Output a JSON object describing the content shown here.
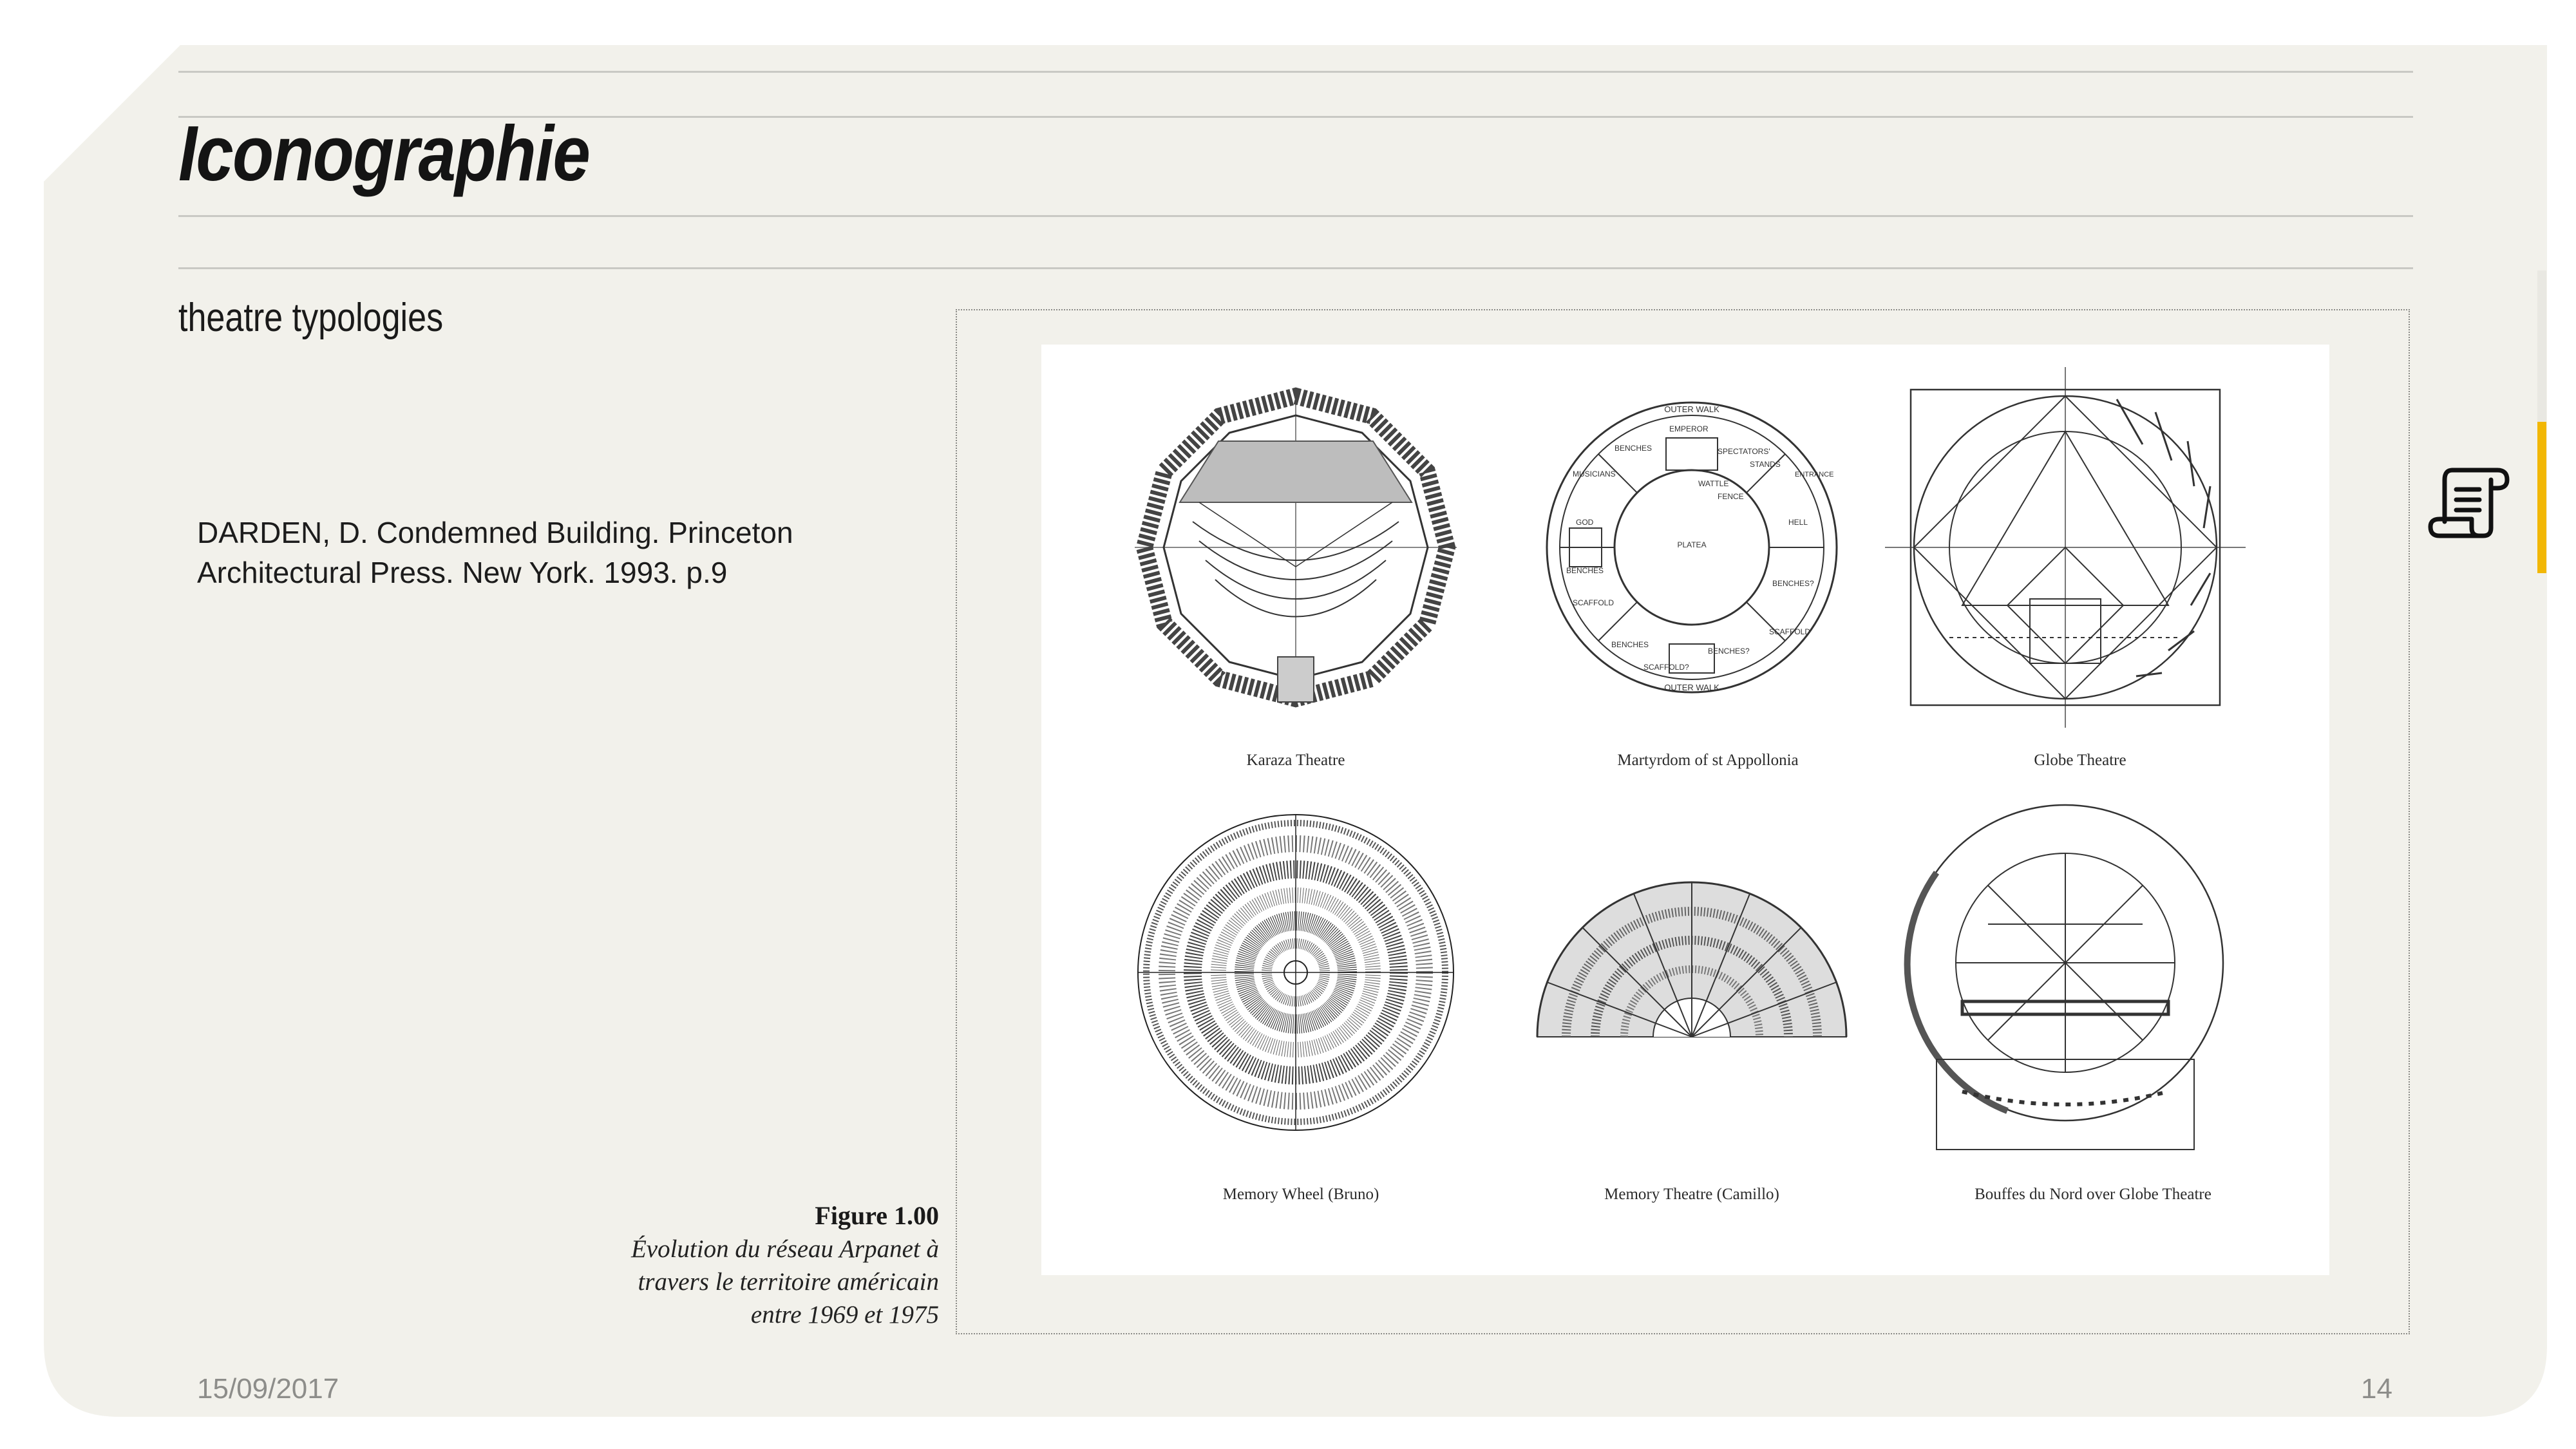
{
  "slide": {
    "title": "Iconographie",
    "subtitle": "theatre typologies",
    "reference": "DARDEN, D. Condemned Building. Princeton Architectural Press. New York. 1993. p.9",
    "caption": {
      "figure": "Figure 1.00",
      "line1": "Évolution du réseau Arpanet à",
      "line2": "travers le territoire américain",
      "line3": "entre 1969 et 1975"
    },
    "footer": {
      "date": "15/09/2017",
      "page": "14"
    },
    "colors": {
      "background": "#f2f1eb",
      "accent": "#f2b705",
      "rule": "#c9c9c4"
    },
    "icon": "scroll-document-icon"
  },
  "figure": {
    "plans": [
      {
        "name": "Karaza Theatre",
        "annotations": []
      },
      {
        "name": "Martyrdom of st Appollonia",
        "annotations": [
          "OUTER WALK",
          "EMPEROR",
          "SPECTATORS' STANDS",
          "BENCHES",
          "MUSICIANS",
          "ENTRANCE",
          "WATTLE FENCE",
          "GOD",
          "HELL",
          "PLATEA",
          "BENCHES",
          "BENCHES?",
          "SCAFFOLD",
          "SCAFFOLD",
          "BENCHES",
          "BENCHES?",
          "SCAFFOLD?",
          "OUTER WALK"
        ]
      },
      {
        "name": "Globe Theatre",
        "annotations": []
      },
      {
        "name": "Memory Wheel (Bruno)",
        "annotations": []
      },
      {
        "name": "Memory Theatre (Camillo)",
        "annotations": []
      },
      {
        "name": "Bouffes du Nord over Globe Theatre",
        "annotations": []
      }
    ]
  }
}
